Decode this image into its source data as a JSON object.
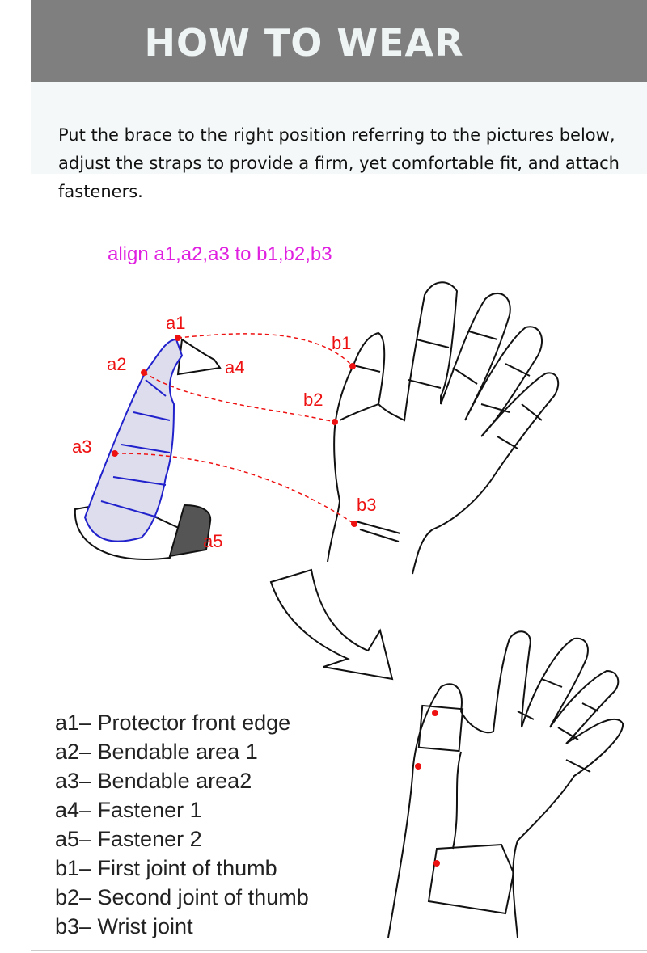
{
  "header": {
    "title": "HOW TO WEAR"
  },
  "intro": "Put the brace to the right position referring to the pictures below, adjust the straps to provide a firm, yet comfortable fit, and attach fasteners.",
  "diagram": {
    "instruction": "align a1,a2,a3 to b1,b2,b3",
    "labels": {
      "a1": "a1",
      "a2": "a2",
      "a3": "a3",
      "a4": "a4",
      "a5": "a5",
      "b1": "b1",
      "b2": "b2",
      "b3": "b3"
    },
    "colors": {
      "instruction": "#e020e0",
      "marker": "#ee1111",
      "brace": "#2222cc",
      "outline": "#111111"
    }
  },
  "legend": [
    "a1– Protector front edge",
    "a2– Bendable area 1",
    "a3– Bendable area2",
    "a4– Fastener 1",
    "a5– Fastener 2",
    "b1– First joint of thumb",
    "b2– Second joint of thumb",
    "b3– Wrist joint"
  ]
}
